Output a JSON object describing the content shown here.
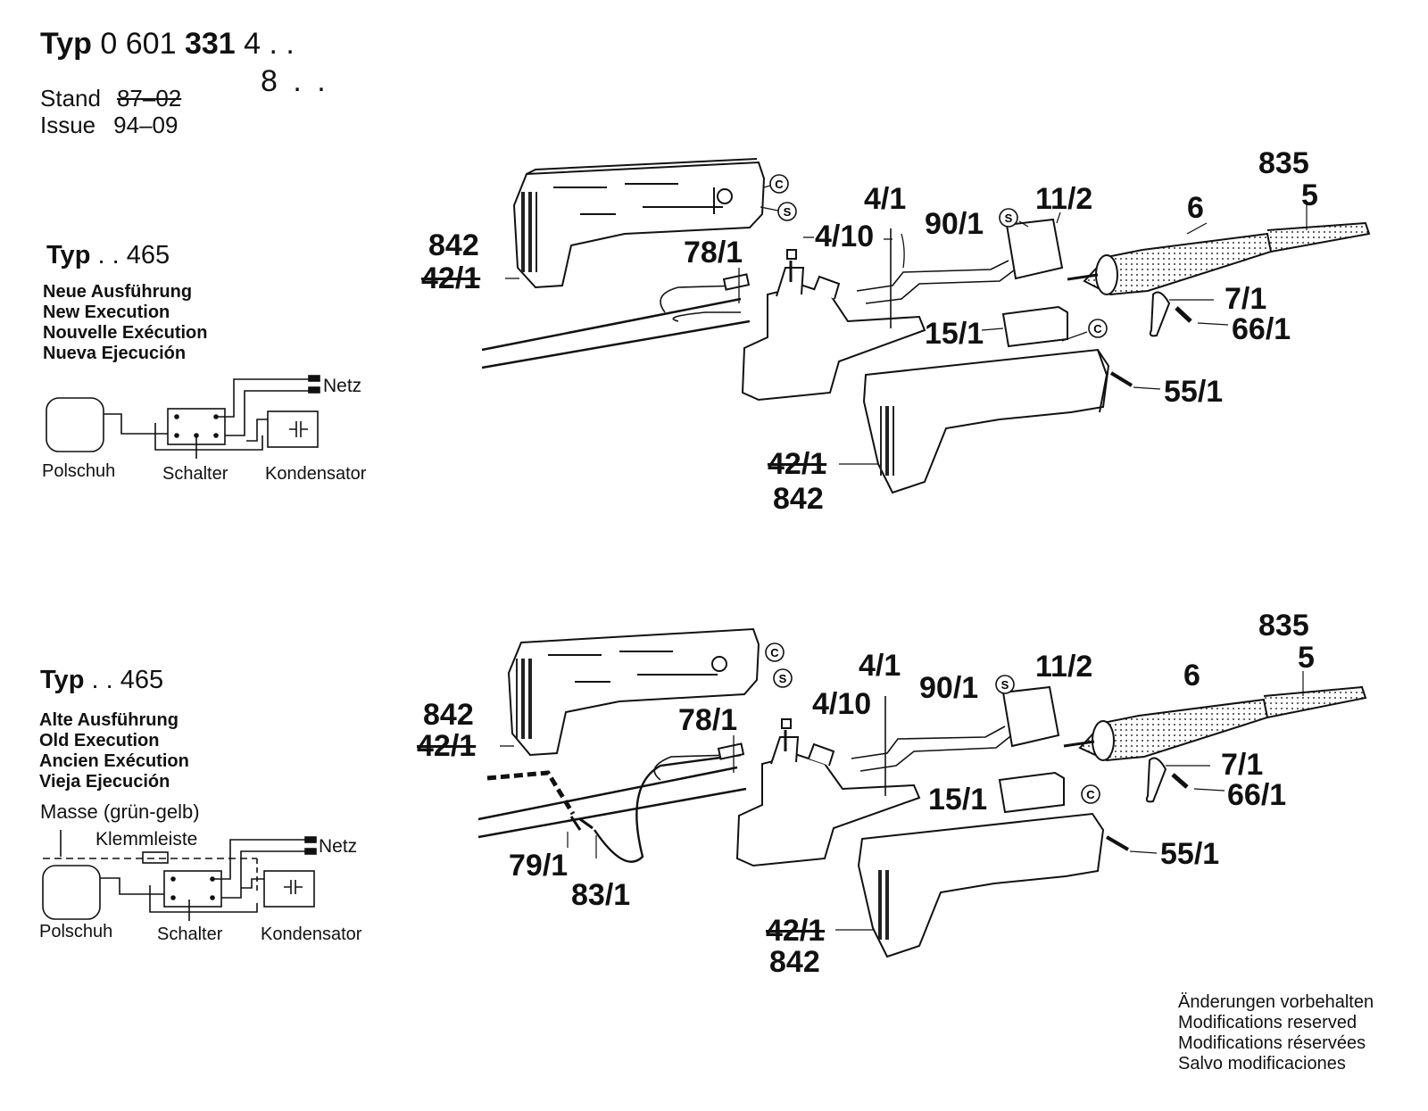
{
  "header": {
    "typ_label": "Typ",
    "typ_number": "0 601",
    "typ_number_bold": "331",
    "typ_suffix_1": "4 . .",
    "typ_suffix_2": "8 . .",
    "stand_label": "Stand",
    "stand_value": "87–02",
    "issue_label": "Issue",
    "issue_value": "94–09"
  },
  "sections": [
    {
      "typ_label": "Typ",
      "typ_value": ". . 465",
      "execution_lines": [
        "Neue Ausführung",
        "New Execution",
        "Nouvelle Exécution",
        "Nueva Ejecución"
      ],
      "wiring": {
        "netz": "Netz",
        "polschuh": "Polschuh",
        "schalter": "Schalter",
        "kondensator": "Kondensator"
      },
      "callouts": {
        "part_842_top": "842",
        "part_42_1_top": "42/1",
        "part_78_1": "78/1",
        "part_4_10": "4/10",
        "part_4_1": "4/1",
        "part_90_1": "90/1",
        "part_11_2": "11/2",
        "part_6": "6",
        "part_835": "835",
        "part_5": "5",
        "part_7_1": "7/1",
        "part_66_1": "66/1",
        "part_15_1": "15/1",
        "part_55_1": "55/1",
        "part_42_1_bottom": "42/1",
        "part_842_bottom": "842",
        "mark_c": "C",
        "mark_s": "S"
      }
    },
    {
      "typ_label": "Typ",
      "typ_value": ". . 465",
      "execution_lines": [
        "Alte Ausführung",
        "Old Execution",
        "Ancien Exécution",
        "Vieja Ejecución"
      ],
      "wiring": {
        "masse": "Masse (grün-gelb)",
        "klemmleiste": "Klemmleiste",
        "netz": "Netz",
        "polschuh": "Polschuh",
        "schalter": "Schalter",
        "kondensator": "Kondensator"
      },
      "callouts": {
        "part_842_top": "842",
        "part_42_1_top": "42/1",
        "part_78_1": "78/1",
        "part_4_10": "4/10",
        "part_4_1": "4/1",
        "part_90_1": "90/1",
        "part_11_2": "11/2",
        "part_6": "6",
        "part_835": "835",
        "part_5": "5",
        "part_7_1": "7/1",
        "part_66_1": "66/1",
        "part_15_1": "15/1",
        "part_55_1": "55/1",
        "part_42_1_bottom": "42/1",
        "part_842_bottom": "842",
        "part_79_1": "79/1",
        "part_83_1": "83/1",
        "mark_c": "C",
        "mark_s": "S"
      }
    }
  ],
  "footer_note": [
    "Änderungen vorbehalten",
    "Modifications reserved",
    "Modifications réservées",
    "Salvo modificaciones"
  ]
}
